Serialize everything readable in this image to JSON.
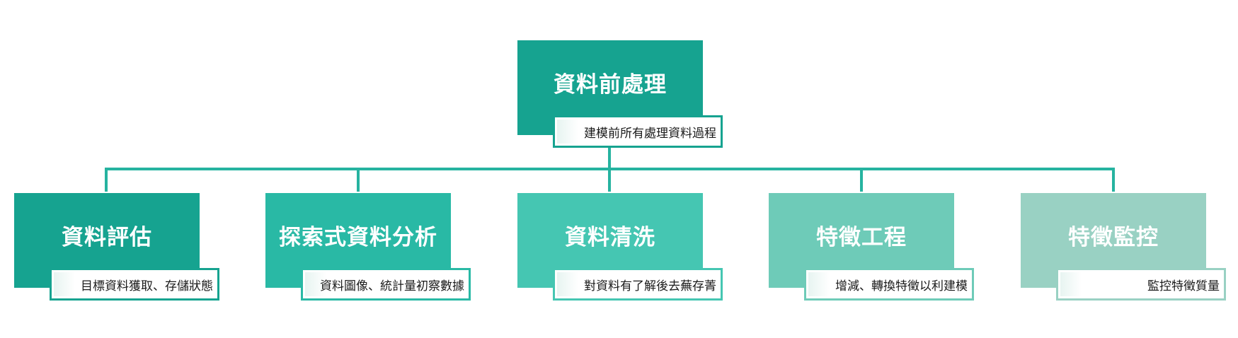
{
  "root": {
    "title": "資料前處理",
    "desc": "建模前所有處理資料過程",
    "color": "#16a390"
  },
  "children": [
    {
      "title": "資料評估",
      "desc": "目標資料獲取、存儲狀態",
      "color": "#16a390"
    },
    {
      "title": "探索式資料分析",
      "desc": "資料圖像、統計量初察數據",
      "color": "#29b9a5"
    },
    {
      "title": "資料清洗",
      "desc": "對資料有了解後去蕪存菁",
      "color": "#45c6b2"
    },
    {
      "title": "特徵工程",
      "desc": "增減、轉換特徵以利建模",
      "color": "#6ecbb8"
    },
    {
      "title": "特徵監控",
      "desc": "監控特徵質量",
      "color": "#99d1c3"
    }
  ],
  "connector_color": "#26b3a0"
}
